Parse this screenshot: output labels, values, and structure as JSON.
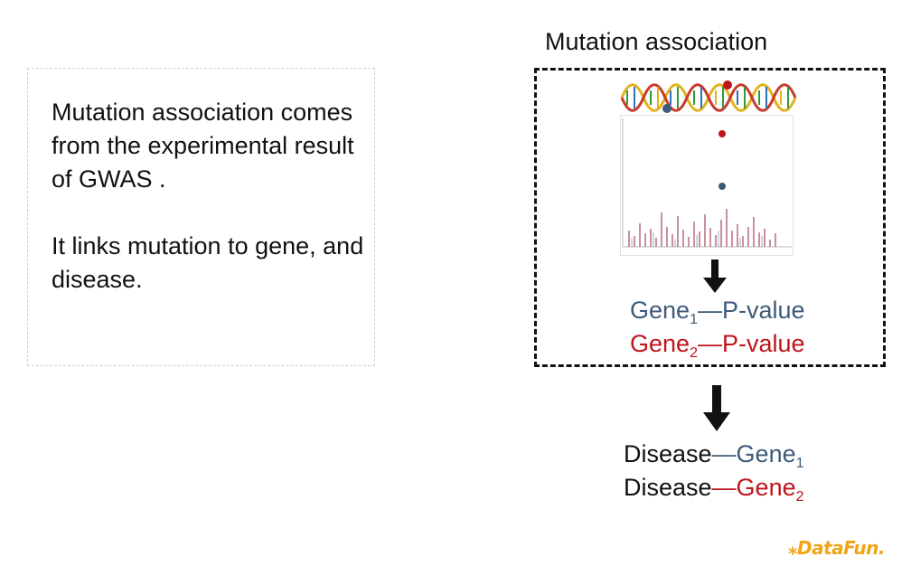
{
  "left_box": {
    "paragraph1": "Mutation association comes from the experimental result of GWAS .",
    "paragraph2": "It links mutation to gene, and disease."
  },
  "panel": {
    "title": "Mutation association",
    "pvalue_rows": [
      {
        "gene": "Gene",
        "sub": "1",
        "sep": "—",
        "label": "P-value",
        "color": "#3d5a78"
      },
      {
        "gene": "Gene",
        "sub": "2",
        "sep": "—",
        "label": "P-value",
        "color": "#c0141c"
      }
    ]
  },
  "disease_rows": [
    {
      "disease": "Disease",
      "sep": "—",
      "gene": "Gene",
      "sub": "1",
      "color": "#3d5a78"
    },
    {
      "disease": "Disease",
      "sep": "—",
      "gene": "Gene",
      "sub": "2",
      "color": "#c0141c"
    }
  ],
  "logo": {
    "text": "DataFun.",
    "color": "#f0a418"
  }
}
